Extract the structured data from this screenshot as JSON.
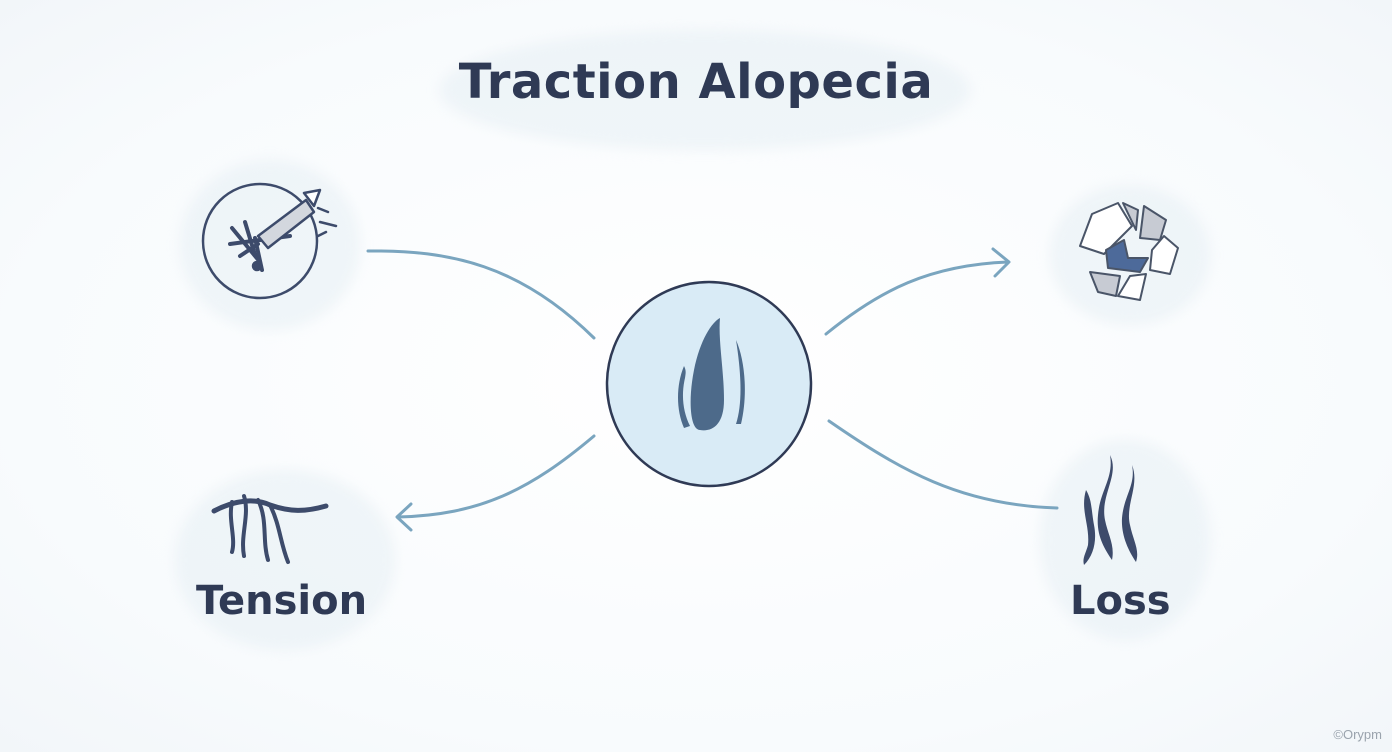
{
  "diagram": {
    "title": "Traction Alopecia",
    "center_icon": "hair-follicle-icon",
    "nodes": [
      {
        "id": "top-left",
        "icon": "hair-snap-icon",
        "label": ""
      },
      {
        "id": "top-right",
        "icon": "broken-circle-icon",
        "label": ""
      },
      {
        "id": "bottom-left",
        "icon": "pulled-hair-icon",
        "label": "Tension"
      },
      {
        "id": "bottom-right",
        "icon": "falling-strands-icon",
        "label": "Loss"
      }
    ],
    "watermark": "©Orypm"
  },
  "colors": {
    "text": "#2f3a55",
    "icon": "#3d4b6b",
    "arrow": "#7aa5bf",
    "center_fill": "#d9ebf6",
    "center_follicle": "#4d6a8a",
    "shard_fill": "#c7cbd3",
    "shard_dark": "#4d6a9a"
  }
}
